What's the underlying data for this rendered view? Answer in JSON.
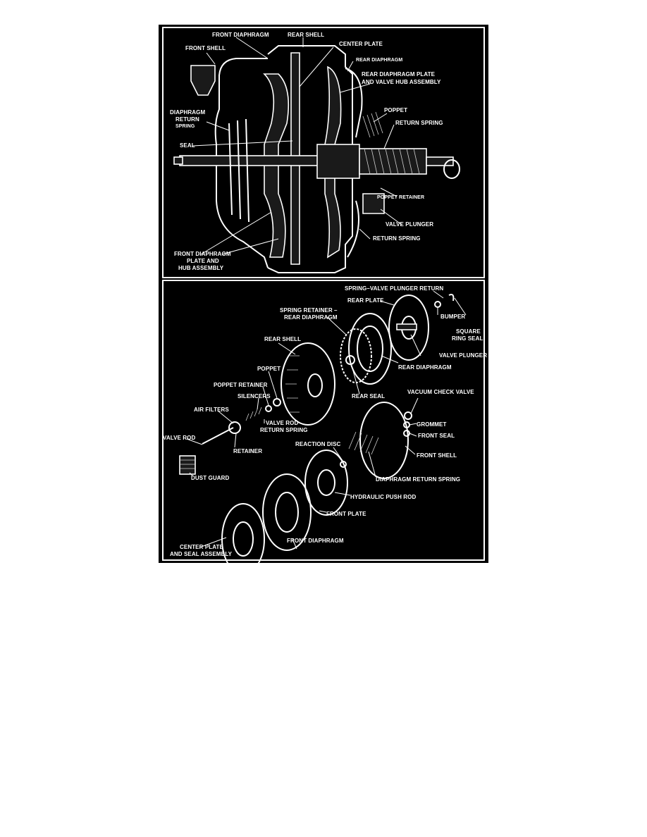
{
  "colors": {
    "background": "#000000",
    "lines": "#ffffff",
    "page": "#ffffff"
  },
  "top_panel": {
    "labels": {
      "front_diaphragm": "FRONT DIAPHRAGM",
      "rear_shell": "REAR SHELL",
      "center_plate": "CENTER PLATE",
      "front_shell": "FRONT SHELL",
      "rear_diaphragm": "REAR DIAPHRAGM",
      "rear_diaphragm_plate_1": "REAR DIAPHRAGM PLATE",
      "rear_diaphragm_plate_2": "AND VALVE HUB ASSEMBLY",
      "diaphragm_return_1": "DIAPHRAGM",
      "diaphragm_return_2": "RETURN",
      "diaphragm_return_3": "SPRING",
      "poppet": "POPPET",
      "return_spring_top": "RETURN SPRING",
      "seal": "SEAL",
      "poppet_retainer": "POPPET RETAINER",
      "valve_plunger": "VALVE PLUNGER",
      "return_spring_bottom": "RETURN SPRING",
      "front_plate_1": "FRONT DIAPHRAGM",
      "front_plate_2": "PLATE AND",
      "front_plate_3": "HUB ASSEMBLY"
    }
  },
  "bottom_panel": {
    "labels": {
      "spring_valve_plunger_return": "SPRING–VALVE PLUNGER RETURN",
      "rear_plate": "REAR PLATE",
      "bumper": "BUMPER",
      "square_ring_seal_1": "SQUARE",
      "square_ring_seal_2": "RING SEAL",
      "spring_retainer_1": "SPRING RETAINER –",
      "spring_retainer_2": "REAR DIAPHRAGM",
      "rear_shell": "REAR SHELL",
      "valve_plunger": "VALVE PLUNGER",
      "rear_diaphragm": "REAR DIAPHRAGM",
      "poppet": "POPPET",
      "poppet_retainer": "POPPET RETAINER",
      "rear_seal": "REAR SEAL",
      "vacuum_check_valve": "VACUUM CHECK VALVE",
      "silencers": "SILENCERS",
      "grommet": "GROMMET",
      "air_filters": "AIR FILTERS",
      "valve_rod_return_1": "VALVE ROD",
      "valve_rod_return_2": "RETURN SPRING",
      "front_seal": "FRONT SEAL",
      "valve_rod": "VALVE ROD",
      "retainer": "RETAINER",
      "reaction_disc": "REACTION DISC",
      "front_shell": "FRONT SHELL",
      "diaphragm_return_spring": "DIAPHRAGM RETURN SPRING",
      "dust_guard": "DUST GUARD",
      "hydraulic_push_rod": "HYDRAULIC PUSH ROD",
      "front_plate": "FRONT PLATE",
      "front_diaphragm": "FRONT DIAPHRAGM",
      "center_plate_1": "CENTER PLATE",
      "center_plate_2": "AND SEAL ASSEMBLY"
    }
  }
}
